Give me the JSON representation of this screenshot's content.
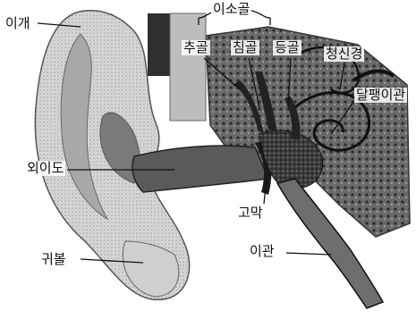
{
  "labels": {
    "auricle": "이개",
    "ossicles": "이소골",
    "malleus": "추골",
    "incus": "침골",
    "stapes": "등골",
    "auditory_nerve": "청신경",
    "cochlea": "달팽이관",
    "ear_canal": "외이도",
    "eardrum": "고막",
    "eustachian_tube": "이관",
    "earlobe": "귀볼"
  }
}
